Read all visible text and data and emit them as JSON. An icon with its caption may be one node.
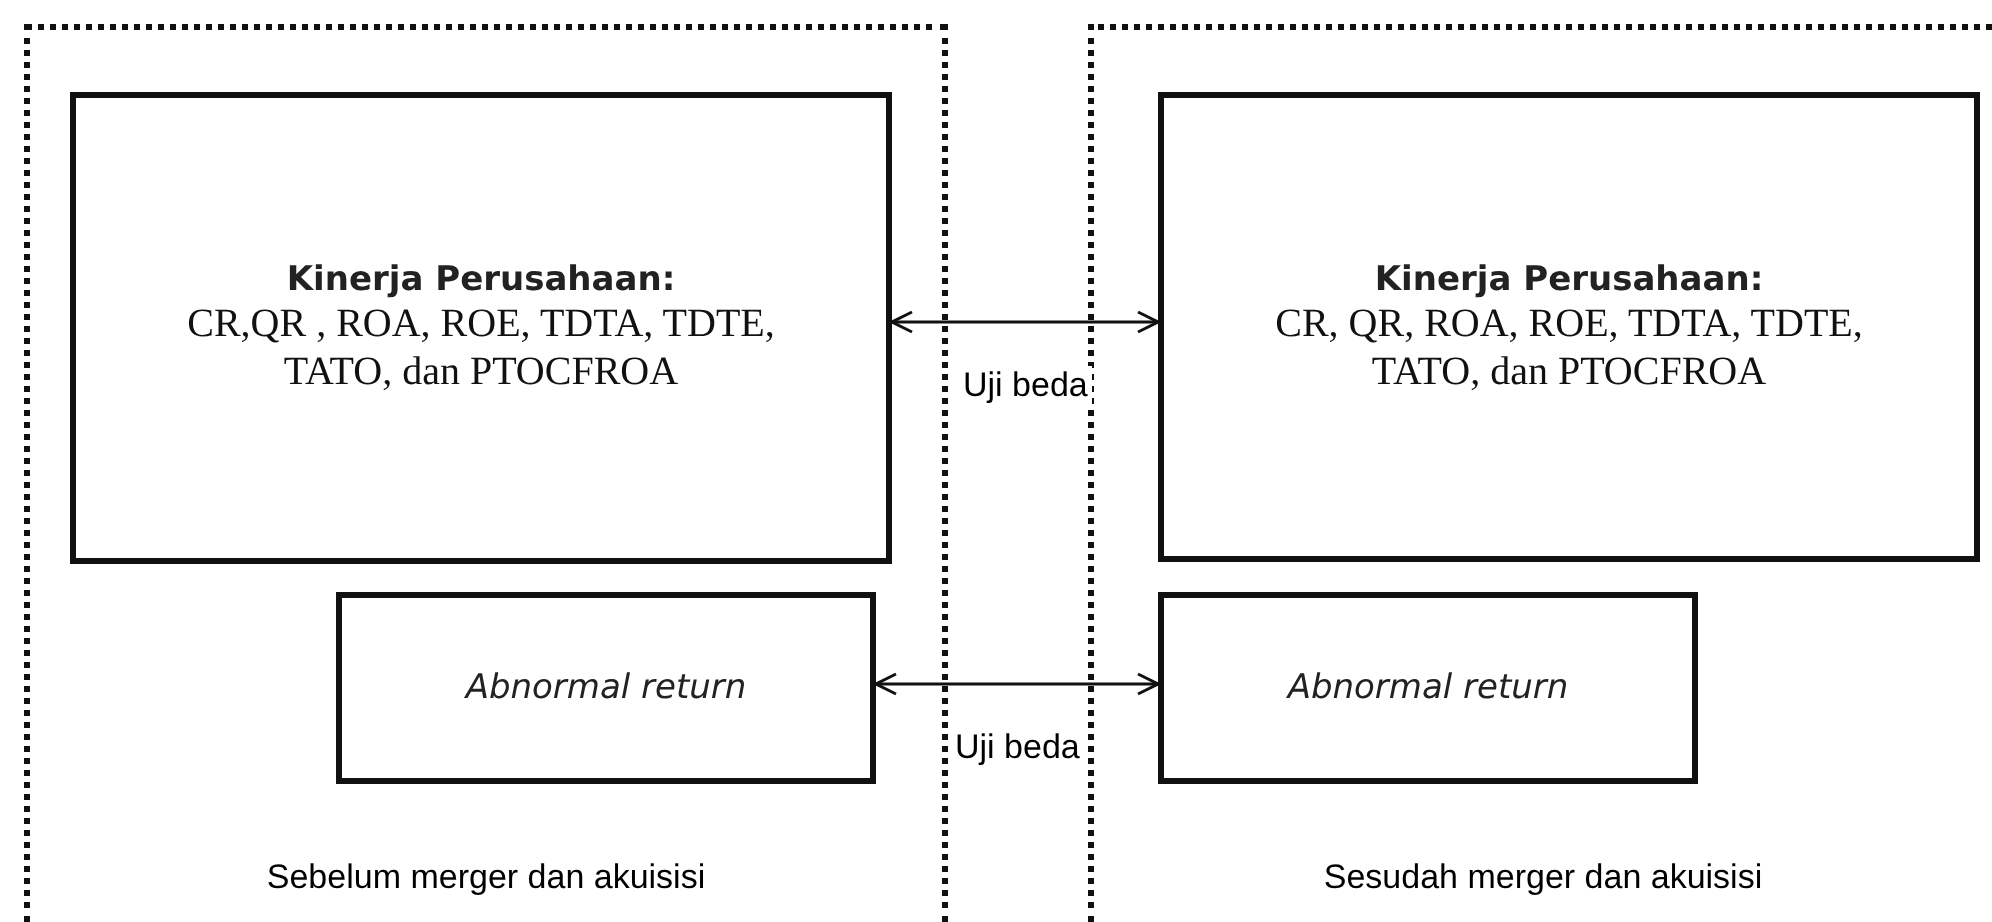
{
  "diagram": {
    "nodes": [
      {
        "text": [
          "Sebelum merger dan akuisisi"
        ]
      },
      {
        "text": [
          "Kinerja Perusahaan:",
          "CR,QR , ROA, ROE, TDTA, TDTE, TATO, dan PTOCFROA"
        ],
        "in": 0
      },
      {
        "text": [
          "Abnormal return"
        ],
        "in": 0
      },
      {
        "text": [
          "Sesudah merger dan akuisisi"
        ]
      },
      {
        "text": [
          "Kinerja Perusahaan:",
          "CR, QR, ROA, ROE, TDTA, TDTE, TATO, dan PTOCFROA"
        ],
        "in": 3
      },
      {
        "text": [
          "Abnormal return"
        ],
        "in": 3
      }
    ],
    "edges": [
      {
        "from": 1,
        "to": 4,
        "arrow": "both",
        "label": "Uji beda"
      },
      {
        "from": 2,
        "to": 5,
        "arrow": "both",
        "label": "Uji beda"
      }
    ]
  }
}
